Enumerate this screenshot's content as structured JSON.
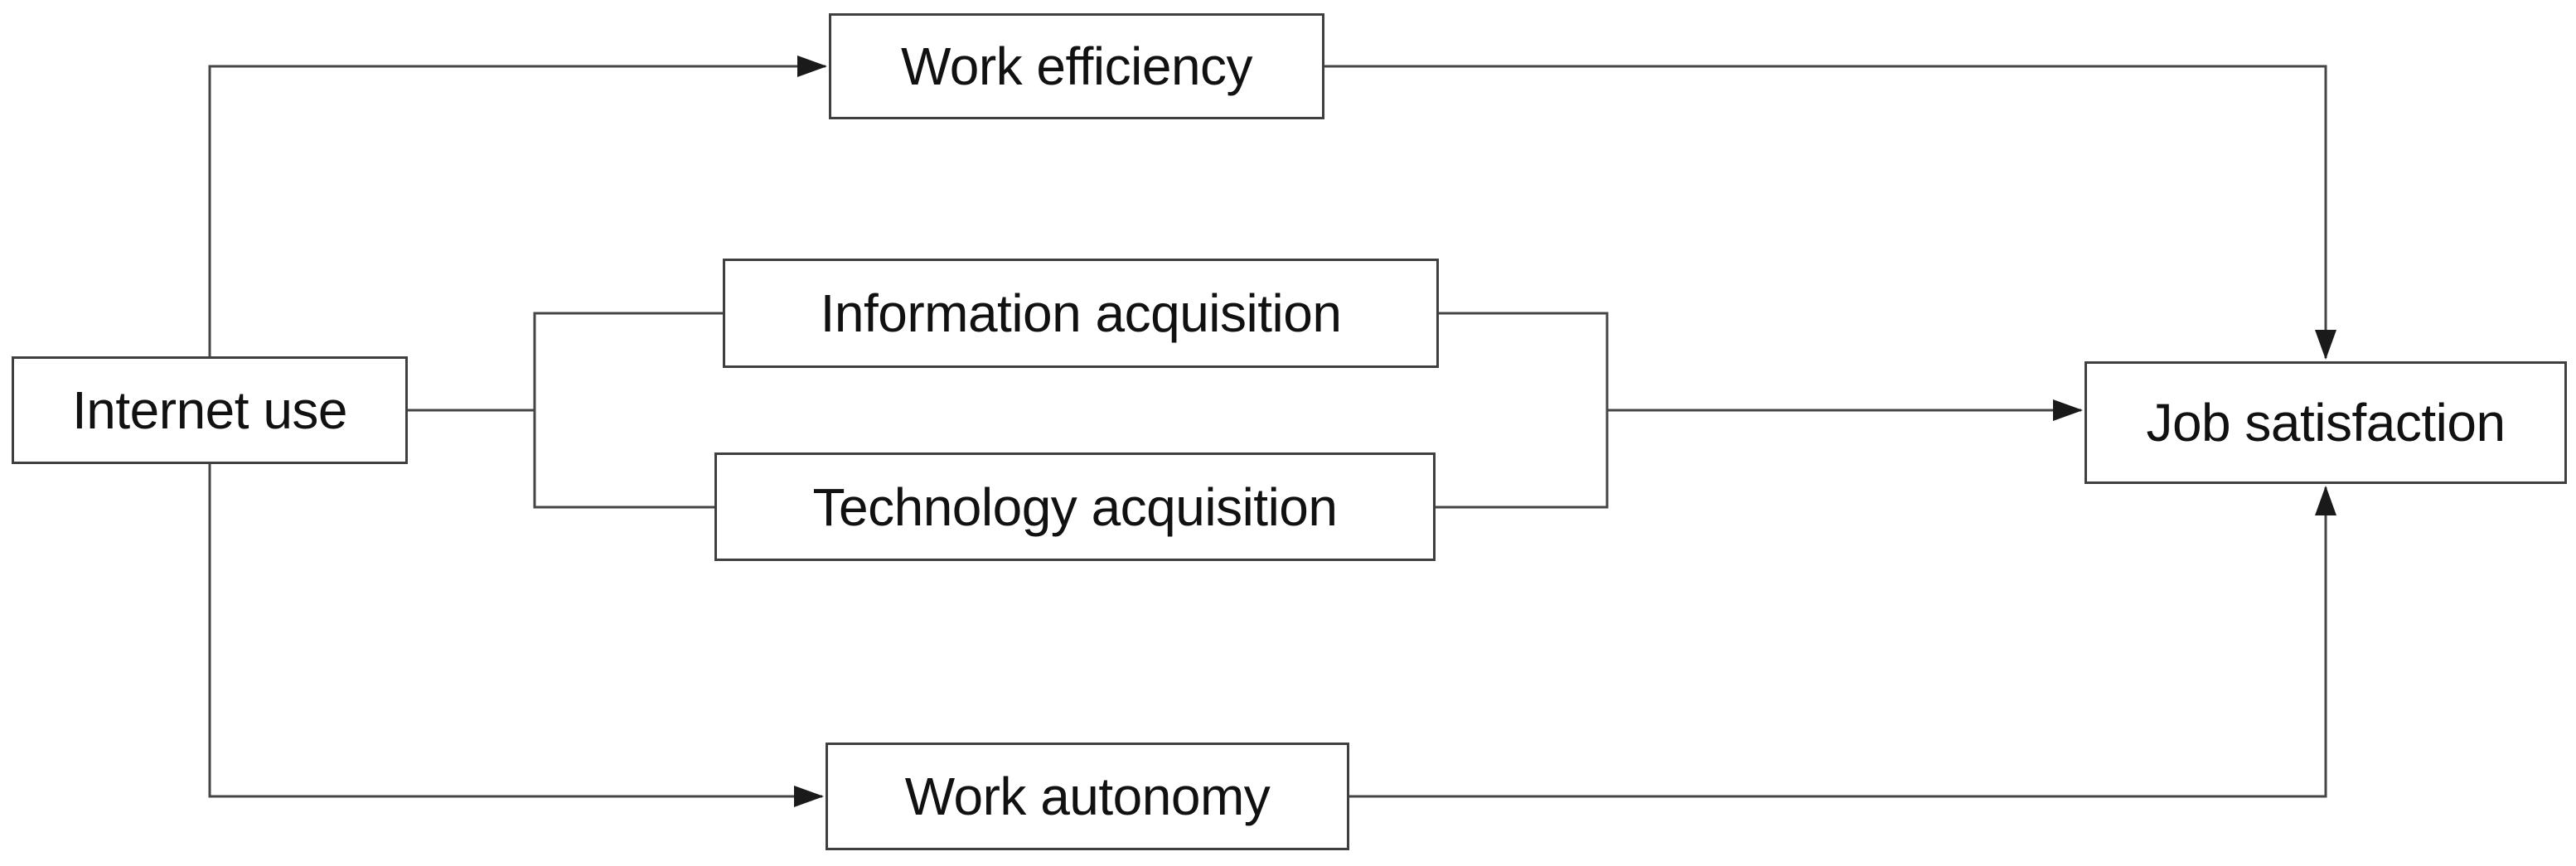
{
  "diagram": {
    "type": "path-model-flowchart",
    "background_color": "#ffffff",
    "line_color": "#454545",
    "box_border_color": "#3f3f3f",
    "box_fill_color": "#ffffff",
    "text_color": "#111111",
    "arrowhead_color": "#1a1a1a",
    "nodes": {
      "internet_use": {
        "label": "Internet use"
      },
      "work_efficiency": {
        "label": "Work efficiency"
      },
      "information_acquisition": {
        "label": "Information acquisition"
      },
      "technology_acquisition": {
        "label": "Technology acquisition"
      },
      "work_autonomy": {
        "label": "Work autonomy"
      },
      "job_satisfaction": {
        "label": "Job satisfaction"
      }
    },
    "edges": [
      {
        "from": "Internet use",
        "to": "Work efficiency",
        "arrowhead": true
      },
      {
        "from": "Work efficiency",
        "to": "Job satisfaction",
        "arrowhead": true
      },
      {
        "from": "Internet use",
        "to": "Information acquisition & Technology acquisition",
        "arrowhead": false
      },
      {
        "from": "Information acquisition & Technology acquisition",
        "to": "Job satisfaction",
        "arrowhead": true
      },
      {
        "from": "Internet use",
        "to": "Work autonomy",
        "arrowhead": true
      },
      {
        "from": "Work autonomy",
        "to": "Job satisfaction",
        "arrowhead": true
      }
    ]
  }
}
